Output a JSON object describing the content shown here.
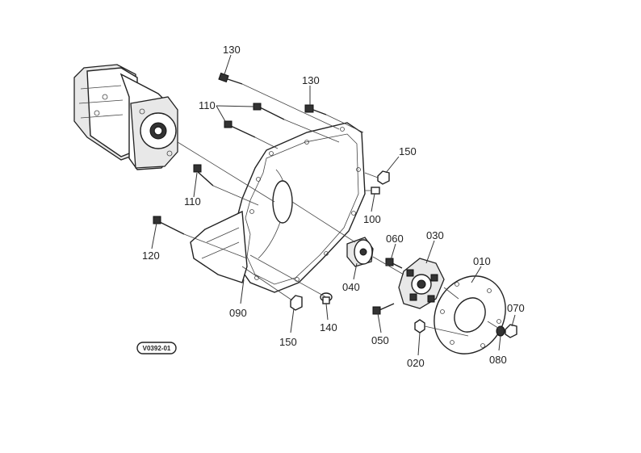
{
  "diagram_code": "V0392-01",
  "labels": {
    "p010": "010",
    "p020": "020",
    "p030": "030",
    "p040": "040",
    "p050": "050",
    "p060": "060",
    "p070": "070",
    "p080": "080",
    "p090": "090",
    "p100": "100",
    "p110a": "110",
    "p110b": "110",
    "p120": "120",
    "p130a": "130",
    "p130b": "130",
    "p140": "140",
    "p150a": "150",
    "p150b": "150"
  }
}
